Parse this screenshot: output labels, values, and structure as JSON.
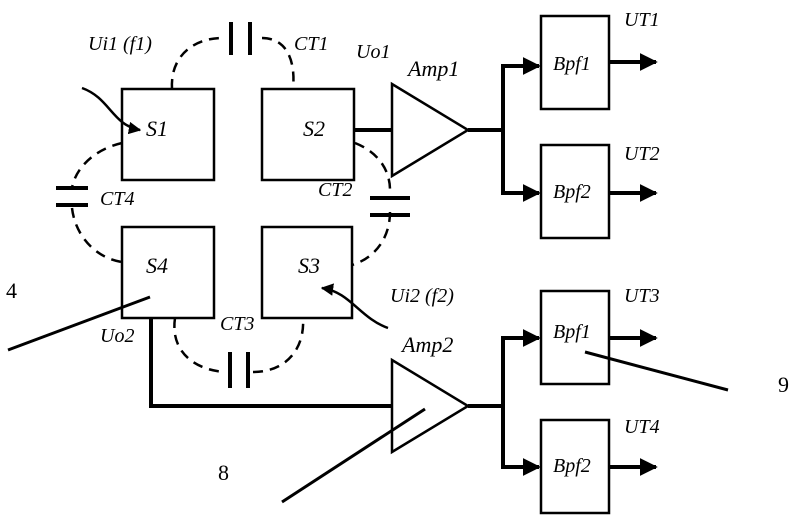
{
  "blocks": {
    "s1": "S1",
    "s2": "S2",
    "s3": "S3",
    "s4": "S4",
    "amp1": "Amp1",
    "amp2": "Amp2",
    "bp1": "Bpf1",
    "bp2": "Bpf2",
    "bp3": "Bpf1",
    "bp4": "Bpf2"
  },
  "capacitors": {
    "ct1": "CT1",
    "ct2": "CT2",
    "ct3": "CT3",
    "ct4": "CT4"
  },
  "signals": {
    "ui1": "Ui1 (f1)",
    "ui2": "Ui2 (f2)",
    "uo1": "Uo1",
    "uo2": "Uo2",
    "ut1": "UT1",
    "ut2": "UT2",
    "ut3": "UT3",
    "ut4": "UT4"
  },
  "reference_numbers": {
    "n4": "4",
    "n8": "8",
    "n9": "9"
  }
}
